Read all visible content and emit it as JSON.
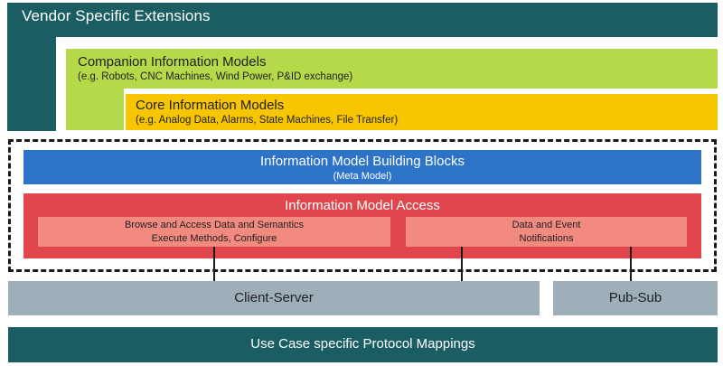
{
  "vendor": {
    "title": "Vendor Specific Extensions"
  },
  "companion": {
    "title": "Companion Information Models",
    "subtitle": "(e.g. Robots, CNC Machines, Wind Power, P&ID exchange)"
  },
  "core": {
    "title": "Core Information Models",
    "subtitle": "(e.g. Analog Data, Alarms, State Machines, File Transfer)"
  },
  "building_blocks": {
    "title": "Information Model Building Blocks",
    "subtitle": "(Meta Model)"
  },
  "access": {
    "title": "Information Model Access",
    "left_lines": [
      "Browse and Access Data and Semantics",
      "Execute Methods, Configure"
    ],
    "right_lines": [
      "Data and Event",
      "Notifications"
    ]
  },
  "transport": {
    "client_server": "Client-Server",
    "pub_sub": "Pub-Sub"
  },
  "mappings": {
    "label": "Use Case specific Protocol Mappings"
  },
  "colors": {
    "vendor": "#1a5e63",
    "companion": "#b6d94a",
    "core": "#f7c600",
    "building_blocks": "#2d74c9",
    "access": "#e0464b",
    "access_inner": "#f28a80",
    "transport": "#9fafba",
    "mappings": "#1a5e63"
  }
}
